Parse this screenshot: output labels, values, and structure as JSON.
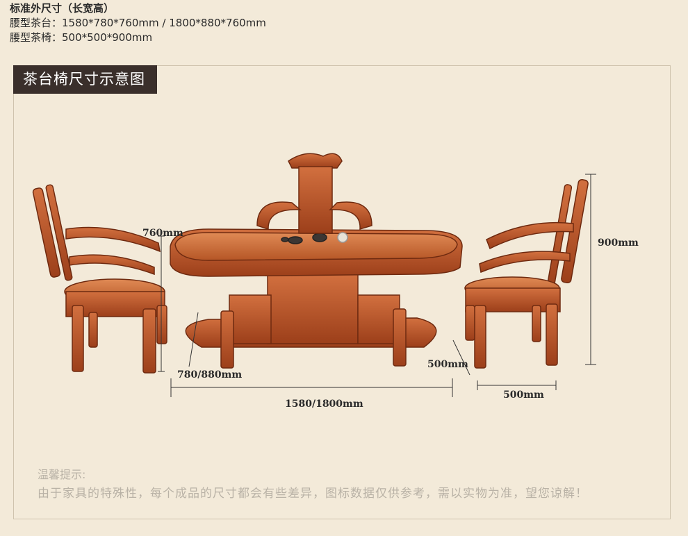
{
  "specs": {
    "heading": "标准外尺寸（长宽高）",
    "table_line": "腰型茶台：1580*780*760mm / 1800*880*760mm",
    "chair_line": "腰型茶椅：500*500*900mm"
  },
  "diagram": {
    "title": "茶台椅尺寸示意图",
    "dims": {
      "table_height": "760mm",
      "table_depth": "780/880mm",
      "table_length": "1580/1800mm",
      "chair_height": "900mm",
      "chair_depth": "500mm",
      "chair_width": "500mm"
    }
  },
  "note": {
    "title": "温馨提示:",
    "text": "由于家具的特殊性，每个成品的尺寸都会有些差异，图标数据仅供参考，需以实物为准，望您谅解！"
  },
  "colors": {
    "background": "#f3ead9",
    "badge": "#3a2f2b",
    "wood": "#b8542a",
    "wood_dark": "#7a2f12",
    "note_text": "#b9b2a6"
  }
}
